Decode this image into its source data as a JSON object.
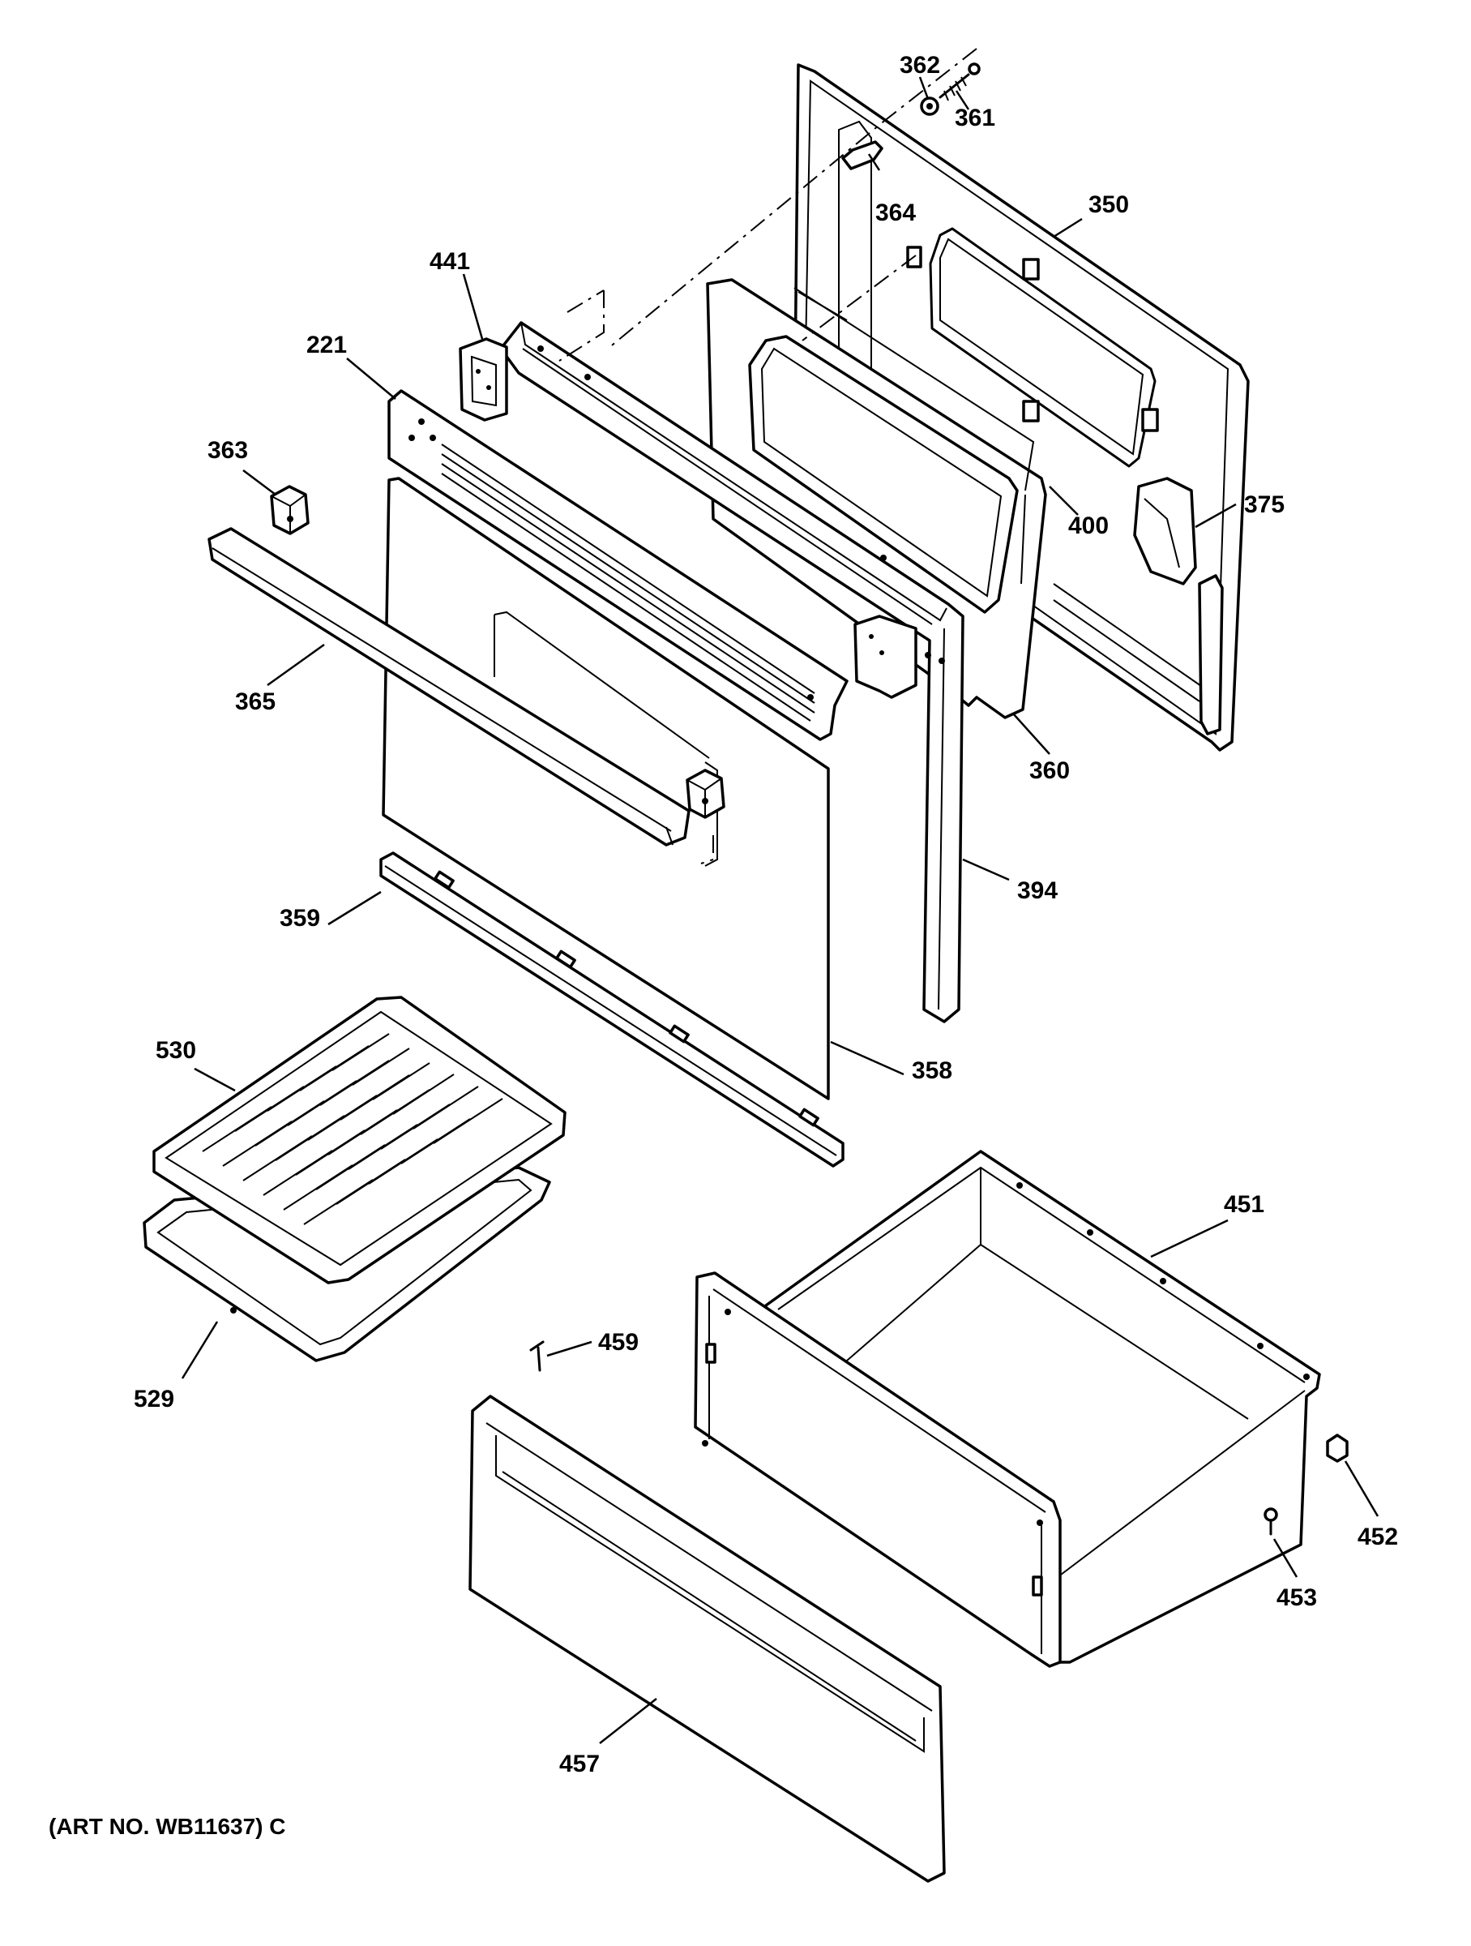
{
  "diagram": {
    "art_number": "(ART NO. WB11637) C",
    "part_labels": {
      "p362": "362",
      "p361": "361",
      "p364": "364",
      "p350": "350",
      "p441": "441",
      "p221": "221",
      "p363": "363",
      "p400": "400",
      "p375": "375",
      "p365": "365",
      "p360": "360",
      "p394": "394",
      "p359": "359",
      "p358": "358",
      "p530": "530",
      "p451": "451",
      "p459": "459",
      "p529": "529",
      "p452": "452",
      "p453": "453",
      "p457": "457"
    }
  }
}
